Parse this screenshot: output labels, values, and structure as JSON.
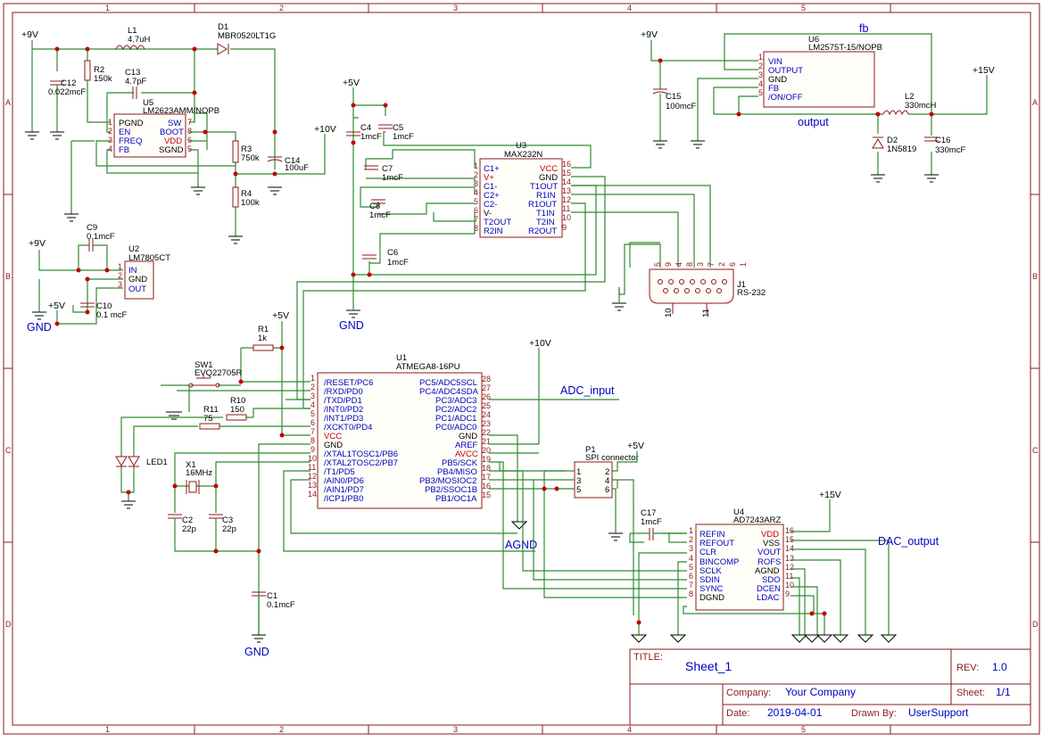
{
  "frame": {
    "columns": [
      "1",
      "2",
      "3",
      "4",
      "5"
    ],
    "rows": [
      "A",
      "B",
      "C",
      "D"
    ]
  },
  "title_block": {
    "title_label": "TITLE:",
    "title": "Sheet_1",
    "rev_label": "REV:",
    "rev": "1.0",
    "company_label": "Company:",
    "company": "Your Company",
    "sheet_label": "Sheet:",
    "sheet": "1/1",
    "date_label": "Date:",
    "date": "2019-04-01",
    "drawn_label": "Drawn By:",
    "drawn": "UserSupport"
  },
  "components": {
    "L1": {
      "ref": "L1",
      "value": "4.7uH"
    },
    "D1": {
      "ref": "D1",
      "value": "MBR0520LT1G"
    },
    "R2": {
      "ref": "R2",
      "value": "150k"
    },
    "C13": {
      "ref": "C13",
      "value": "4.7pF"
    },
    "C12": {
      "ref": "C12",
      "value": "0.022mcF"
    },
    "U5": {
      "ref": "U5",
      "value": "LM2623AMM/NOPB",
      "pins_left": [
        [
          "1",
          "PGND"
        ],
        [
          "2",
          "EN"
        ],
        [
          "3",
          "FREQ"
        ],
        [
          "4",
          "FB"
        ]
      ],
      "pins_right": [
        [
          "7",
          "SW"
        ],
        [
          "8",
          "BOOT"
        ],
        [
          "6",
          "VDD"
        ],
        [
          "5",
          "SGND"
        ]
      ]
    },
    "R3": {
      "ref": "R3",
      "value": "750k"
    },
    "R4": {
      "ref": "R4",
      "value": "100k"
    },
    "C14": {
      "ref": "C14",
      "value": "100uF"
    },
    "C9": {
      "ref": "C9",
      "value": "0.1mcF"
    },
    "U2": {
      "ref": "U2",
      "value": "LM7805CT",
      "pins": [
        [
          "1",
          "IN"
        ],
        [
          "2",
          "GND"
        ],
        [
          "3",
          "OUT"
        ]
      ]
    },
    "C10": {
      "ref": "C10",
      "value": "0.1 mcF"
    },
    "C4": {
      "ref": "C4",
      "value": "1mcF"
    },
    "C5": {
      "ref": "C5",
      "value": "1mcF"
    },
    "C7": {
      "ref": "C7",
      "value": "1mcF"
    },
    "C8": {
      "ref": "C8",
      "value": "1mcF"
    },
    "C6": {
      "ref": "C6",
      "value": "1mcF"
    },
    "U3": {
      "ref": "U3",
      "value": "MAX232N",
      "pins_left": [
        [
          "1",
          "C1+"
        ],
        [
          "2",
          "V+"
        ],
        [
          "3",
          "C1-"
        ],
        [
          "4",
          "C2+"
        ],
        [
          "5",
          "C2-"
        ],
        [
          "6",
          "V-"
        ],
        [
          "7",
          "T2OUT"
        ],
        [
          "8",
          "R2IN"
        ]
      ],
      "pins_right": [
        [
          "16",
          "VCC"
        ],
        [
          "15",
          "GND"
        ],
        [
          "14",
          "T1OUT"
        ],
        [
          "13",
          "R1IN"
        ],
        [
          "12",
          "R1OUT"
        ],
        [
          "11",
          "T1IN"
        ],
        [
          "10",
          "T2IN"
        ],
        [
          "9",
          "R2OUT"
        ]
      ]
    },
    "J1": {
      "ref": "J1",
      "value": "RS-232",
      "pins_top": [
        "5",
        "9",
        "4",
        "8",
        "3",
        "7",
        "2",
        "6",
        "1"
      ],
      "pins_bottom": [
        "10",
        "11"
      ]
    },
    "U6": {
      "ref": "U6",
      "value": "LM2575T-15/NOPB",
      "pins": [
        [
          "1",
          "VIN"
        ],
        [
          "2",
          "OUTPUT"
        ],
        [
          "3",
          "GND"
        ],
        [
          "4",
          "FB"
        ],
        [
          "5",
          "/ON/OFF"
        ]
      ]
    },
    "C15": {
      "ref": "C15",
      "value": "100mcF"
    },
    "L2": {
      "ref": "L2",
      "value": "330mcH"
    },
    "D2": {
      "ref": "D2",
      "value": "1N5819"
    },
    "C16": {
      "ref": "C16",
      "value": "330mcF"
    },
    "R1": {
      "ref": "R1",
      "value": "1k"
    },
    "SW1": {
      "ref": "SW1",
      "value": "EVQ22705R"
    },
    "R10": {
      "ref": "R10",
      "value": "150"
    },
    "R11": {
      "ref": "R11",
      "value": "75"
    },
    "LED1": {
      "ref": "LED1"
    },
    "X1": {
      "ref": "X1",
      "value": "16MHz"
    },
    "C2": {
      "ref": "C2",
      "value": "22p"
    },
    "C3": {
      "ref": "C3",
      "value": "22p"
    },
    "C1": {
      "ref": "C1",
      "value": "0.1mcF"
    },
    "U1": {
      "ref": "U1",
      "value": "ATMEGA8-16PU",
      "pins_left": [
        [
          "1",
          "/RESET/PC6"
        ],
        [
          "2",
          "/RXD/PD0"
        ],
        [
          "3",
          "/TXD/PD1"
        ],
        [
          "4",
          "/INT0/PD2"
        ],
        [
          "5",
          "/INT1/PD3"
        ],
        [
          "6",
          "/XCKT0/PD4"
        ],
        [
          "7",
          "VCC"
        ],
        [
          "8",
          "GND"
        ],
        [
          "9",
          "/XTAL1TOSC1/PB6"
        ],
        [
          "10",
          "/XTAL2TOSC2/PB7"
        ],
        [
          "11",
          "/T1/PD5"
        ],
        [
          "12",
          "/AIN0/PD6"
        ],
        [
          "13",
          "/AIN1/PD7"
        ],
        [
          "14",
          "/ICP1/PB0"
        ]
      ],
      "pins_right": [
        [
          "28",
          "PC5/ADC5SCL"
        ],
        [
          "27",
          "PC4/ADC4SDA"
        ],
        [
          "26",
          "PC3/ADC3"
        ],
        [
          "25",
          "PC2/ADC2"
        ],
        [
          "24",
          "PC1/ADC1"
        ],
        [
          "23",
          "PC0/ADC0"
        ],
        [
          "22",
          "GND"
        ],
        [
          "21",
          "AREF"
        ],
        [
          "20",
          "AVCC"
        ],
        [
          "19",
          "PB5/SCK"
        ],
        [
          "18",
          "PB4/MISO"
        ],
        [
          "17",
          "PB3/MOSIOC2"
        ],
        [
          "16",
          "PB2/SSOC1B"
        ],
        [
          "15",
          "PB1/OC1A"
        ]
      ]
    },
    "P1": {
      "ref": "P1",
      "value": "SPI connector",
      "pins": [
        "1",
        "2",
        "3",
        "4",
        "5",
        "6"
      ]
    },
    "C17": {
      "ref": "C17",
      "value": "1mcF"
    },
    "U4": {
      "ref": "U4",
      "value": "AD7243ARZ",
      "pins_left": [
        [
          "1",
          "REFIN"
        ],
        [
          "2",
          "REFOUT"
        ],
        [
          "3",
          "CLR"
        ],
        [
          "4",
          "BINCOMP"
        ],
        [
          "5",
          "SCLK"
        ],
        [
          "6",
          "SDIN"
        ],
        [
          "7",
          "SYNC"
        ],
        [
          "8",
          "DGND"
        ]
      ],
      "pins_right": [
        [
          "16",
          "VDD"
        ],
        [
          "15",
          "VSS"
        ],
        [
          "14",
          "VOUT"
        ],
        [
          "13",
          "ROFS"
        ],
        [
          "12",
          "AGND"
        ],
        [
          "11",
          "SDO"
        ],
        [
          "10",
          "DCEN"
        ],
        [
          "9",
          "LDAC"
        ]
      ]
    }
  },
  "nets": {
    "p9v_a": "+9V",
    "p10v_a": "+10V",
    "p5v_a": "+5V",
    "p9v_b": "+9V",
    "p15v_a": "+15V",
    "p9v_c": "+9V",
    "p5v_b": "+5V",
    "p5v_c": "+5V",
    "p10v_b": "+10V",
    "p5v_d": "+5V",
    "p15v_b": "+15V",
    "fb": "fb",
    "output": "output",
    "gnd_a": "GND",
    "gnd_b": "GND",
    "gnd_c": "GND",
    "adc_input": "ADC_input",
    "agnd": "AGND",
    "dac_output": "DAC_output"
  },
  "colors": {
    "wire": "#2e8b2e",
    "part": "#8b1a1a",
    "label": "#0000c0",
    "power_pin": "#c00000"
  }
}
